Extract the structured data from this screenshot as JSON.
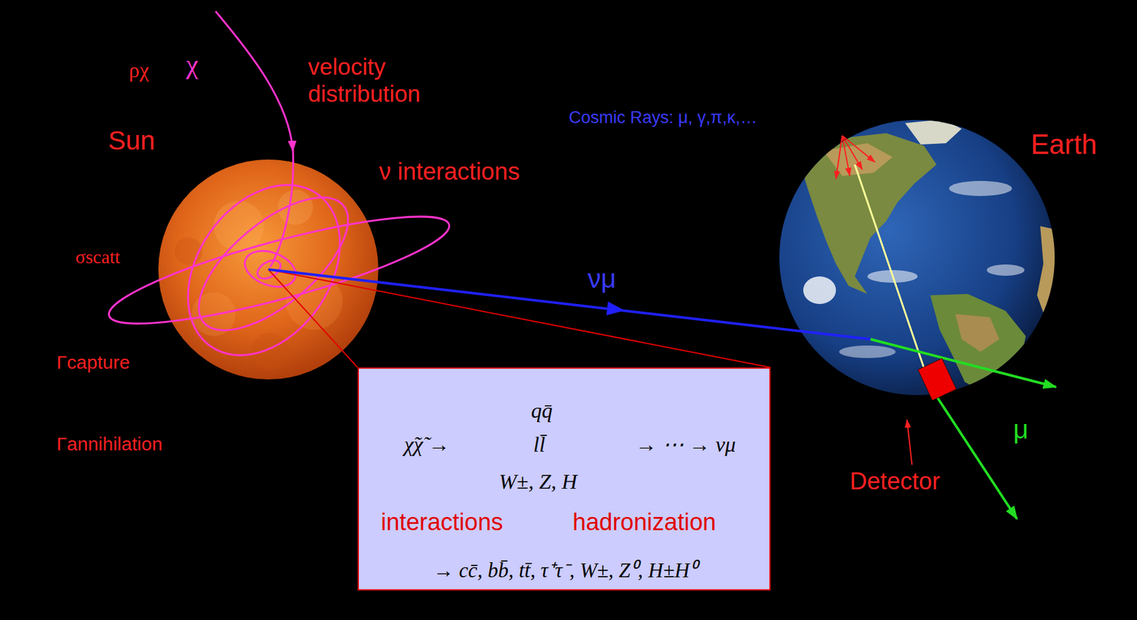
{
  "diagram": {
    "nodes": [
      {
        "text": [
          "qq̄",
          "χ̃χ̃ →",
          "ll̄",
          "→ ⋯ → νμ",
          "W±, Z, H",
          "interactions",
          "hadronization",
          "→ cc̄, bb̄, tt̄, τ⁺τ⁻, W±, Z⁰, H±H⁰"
        ]
      }
    ],
    "labels": [
      "ρχ",
      "χ",
      "velocity distribution",
      "Sun",
      "ν interactions",
      "σscatt",
      "Γcapture",
      "Γannihilation",
      "νμ",
      "Cosmic Rays: μ, γ,π,κ,…",
      "Earth",
      "μ",
      "Detector"
    ]
  }
}
